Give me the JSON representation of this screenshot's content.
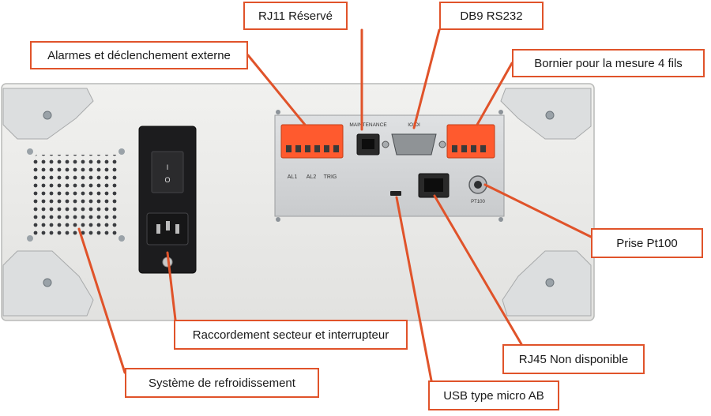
{
  "labels": {
    "rj11": "RJ11 Réservé",
    "db9": "DB9 RS232",
    "alarms": "Alarmes et déclenchement externe",
    "bornier": "Bornier pour la mesure 4 fils",
    "pt100": "Prise Pt100",
    "mains": "Raccordement secteur et interrupteur",
    "rj45": "RJ45 Non disponible",
    "cooling": "Système de refroidissement",
    "usb": "USB type micro AB"
  },
  "panel": {
    "maintenance": "MAINTENANCE",
    "rs232": "IOIOI",
    "al1": "AL1",
    "al2": "AL2",
    "trig": "TRIG",
    "pt100": "PT100",
    "switch_on": "I",
    "switch_off": "O"
  },
  "colors": {
    "accent": "#e0532a",
    "connector": "#ff5a2e",
    "chassis": "#e9e9e7",
    "panel": "#d4d6d8"
  }
}
